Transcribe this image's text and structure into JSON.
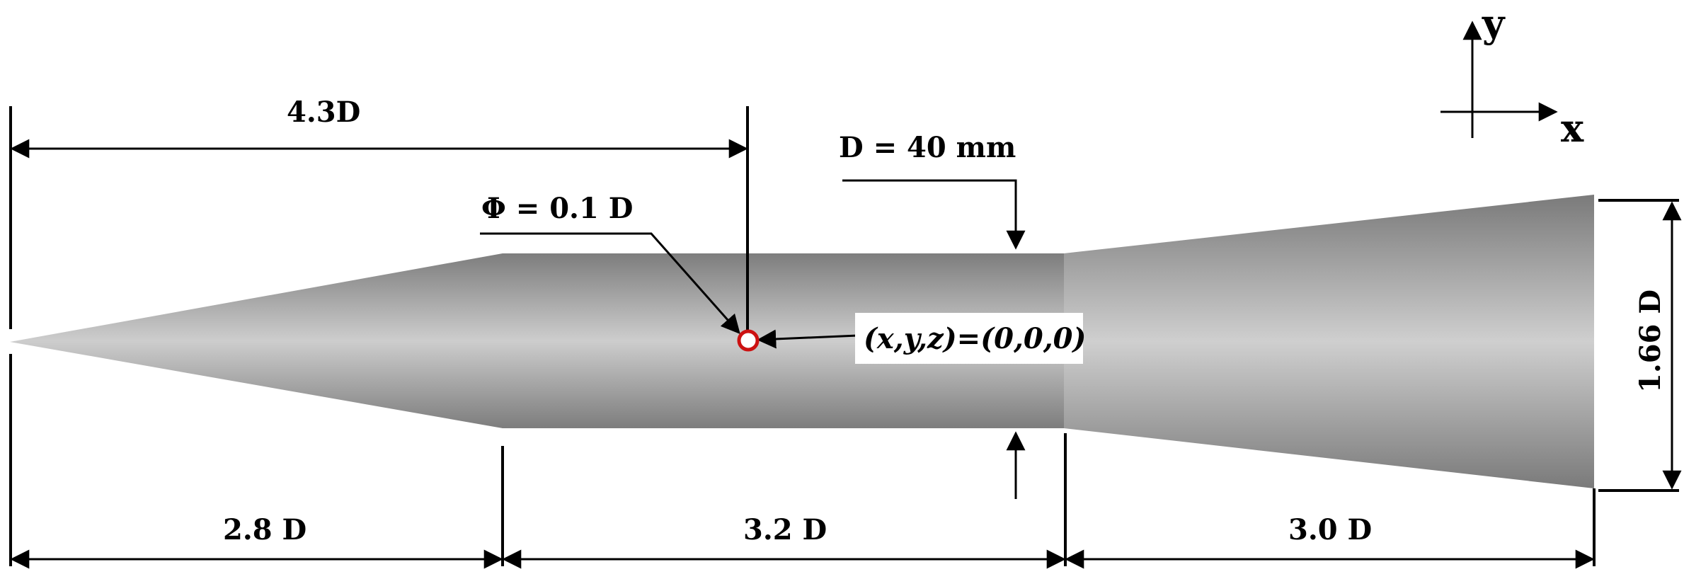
{
  "diagram": {
    "axes": {
      "y_label": "y",
      "x_label": "x"
    },
    "dimensions": {
      "overall_to_hole": "4.3D",
      "diameter": "D = 40 mm",
      "hole_diameter": "Φ = 0.1 D",
      "origin": "(x,y,z)=(0,0,0)",
      "cone_length": "2.8 D",
      "cylinder_length": "3.2 D",
      "flare_length": "3.0 D",
      "flare_diameter": "1.66 D"
    },
    "colors": {
      "body_dark": "#7d7d7d",
      "body_light": "#cdcdcd",
      "hole_ring": "#cc1111",
      "label_box": "#ffffff"
    }
  }
}
